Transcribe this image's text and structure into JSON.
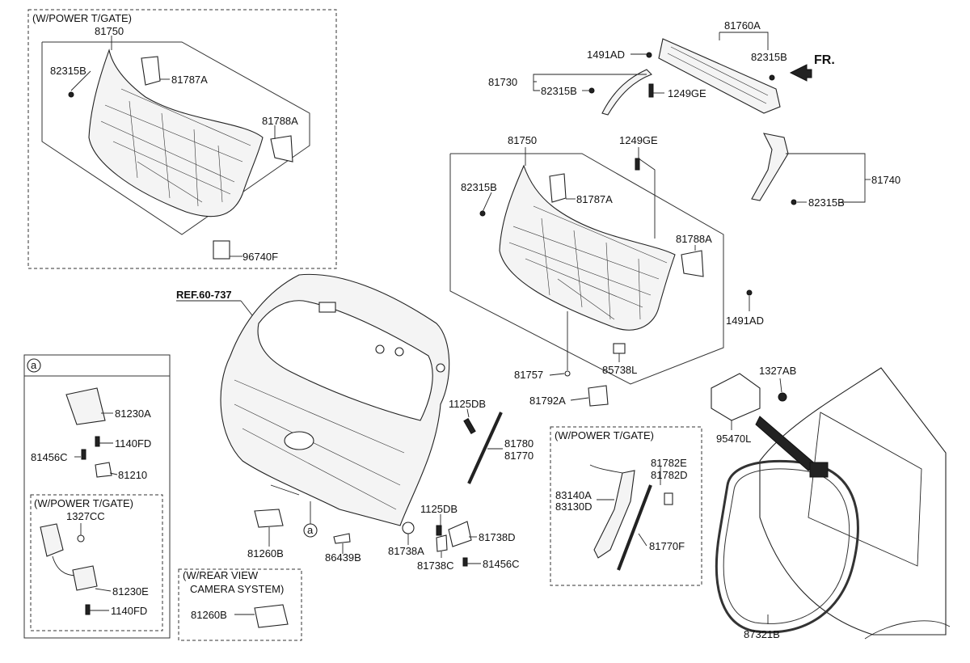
{
  "panels": {
    "power_tgate_top_left": {
      "title": "(W/POWER T/GATE)"
    },
    "circle_a": {
      "title": "a"
    },
    "power_tgate_inner": {
      "title": "(W/POWER T/GATE)"
    },
    "rear_view_camera": {
      "title_line1": "(W/REAR VIEW",
      "title_line2": "CAMERA SYSTEM)"
    },
    "power_tgate_center": {
      "title": "(W/POWER T/GATE)"
    }
  },
  "reference": "REF.60-737",
  "front_indicator": "FR.",
  "callout_a": "a",
  "labels": {
    "p81750_tl": "81750",
    "p82315B_tl": "82315B",
    "p81787A_tl": "81787A",
    "p81788A_tl": "81788A",
    "p96740F": "96740F",
    "p1491AD_top": "1491AD",
    "p81760A": "81760A",
    "p82315B_top": "82315B",
    "p81730": "81730",
    "p82315B_81730": "82315B",
    "p1249GE_top": "1249GE",
    "p81750_c": "81750",
    "p1249GE_c": "1249GE",
    "p81740": "81740",
    "p82315B_81740": "82315B",
    "p82315B_c": "82315B",
    "p81787A_c": "81787A",
    "p81788A_c": "81788A",
    "p1491AD_c": "1491AD",
    "p81757": "81757",
    "p85738L": "85738L",
    "p81792A": "81792A",
    "p1327AB": "1327AB",
    "p95470L": "95470L",
    "p1125DB_a": "1125DB",
    "p81780": "81780",
    "p81770": "81770",
    "p1125DB_b": "1125DB",
    "p81738D": "81738D",
    "p81738A": "81738A",
    "p81738C": "81738C",
    "p81456C_r": "81456C",
    "p81260B": "81260B",
    "p86439B": "86439B",
    "p81230A": "81230A",
    "p1140FD_a": "1140FD",
    "p81456C_l": "81456C",
    "p81210": "81210",
    "p1327CC": "1327CC",
    "p81230E": "81230E",
    "p1140FD_b": "1140FD",
    "p81260B_cam": "81260B",
    "p83140A": "83140A",
    "p83130D": "83130D",
    "p81782E": "81782E",
    "p81782D": "81782D",
    "p81770F": "81770F",
    "p87321B": "87321B"
  }
}
